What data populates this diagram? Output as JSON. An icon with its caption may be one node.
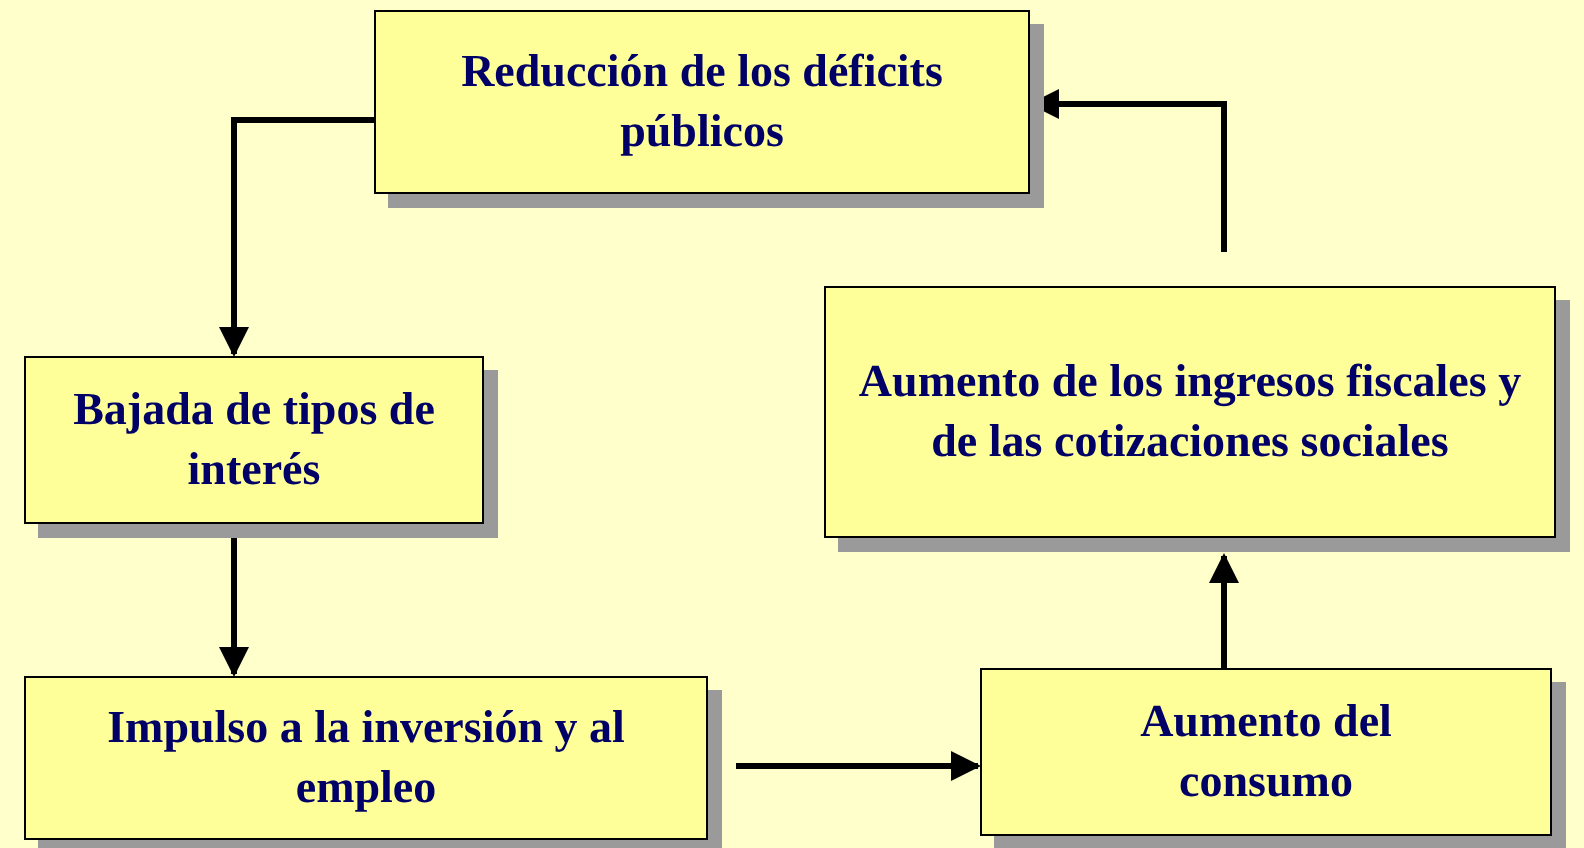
{
  "diagram": {
    "nodes": [
      {
        "text": [
          "Reducción de los déficits públicos"
        ]
      },
      {
        "text": [
          "Bajada de tipos de interés"
        ]
      },
      {
        "text": [
          "Aumento de los ingresos fiscales y de las cotizaciones sociales"
        ]
      },
      {
        "text": [
          "Impulso a la inversión y al empleo"
        ]
      },
      {
        "text": [
          "Aumento del consumo"
        ]
      }
    ],
    "edges": [
      {
        "from": 0,
        "to": 1,
        "arrow": "to"
      },
      {
        "from": 1,
        "to": 3,
        "arrow": "to"
      },
      {
        "from": 3,
        "to": 4,
        "arrow": "to"
      },
      {
        "from": 4,
        "to": 2,
        "arrow": "to"
      },
      {
        "from": 2,
        "to": 0,
        "arrow": "to"
      }
    ]
  }
}
